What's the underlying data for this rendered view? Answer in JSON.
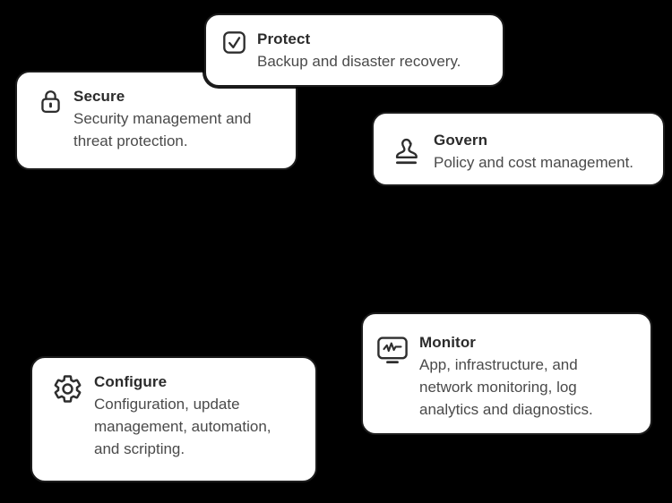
{
  "canvas": {
    "background_color": "#000000",
    "card_background": "#ffffff",
    "card_border_color": "#1c1c1c",
    "title_color": "#2b2b2b",
    "body_color": "#4a4a4a",
    "icon_stroke_color": "#2e2e2e"
  },
  "cards": [
    {
      "id": "protect",
      "icon": "checkbox-check-icon",
      "title": "Protect",
      "description": "Backup and disaster recovery."
    },
    {
      "id": "secure",
      "icon": "lock-icon",
      "title": "Secure",
      "description": "Security management and\nthreat protection."
    },
    {
      "id": "govern",
      "icon": "stamp-icon",
      "title": "Govern",
      "description": "Policy and cost management."
    },
    {
      "id": "monitor",
      "icon": "monitor-pulse-icon",
      "title": "Monitor",
      "description": "App, infrastructure, and\nnetwork monitoring, log\nanalytics and diagnostics."
    },
    {
      "id": "configure",
      "icon": "gear-icon",
      "title": "Configure",
      "description": "Configuration, update\nmanagement, automation,\nand scripting."
    }
  ]
}
